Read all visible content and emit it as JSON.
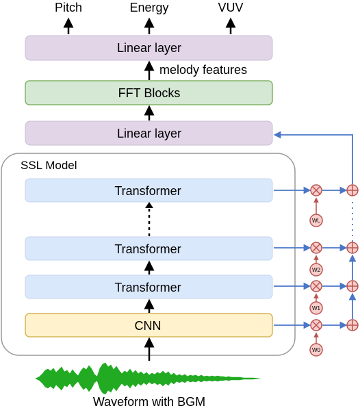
{
  "outputs": {
    "pitch": "Pitch",
    "energy": "Energy",
    "vuv": "VUV"
  },
  "top_linear": {
    "label": "Linear layer"
  },
  "melody_features": {
    "label": "melody features"
  },
  "fft_blocks": {
    "label": "FFT Blocks"
  },
  "mid_linear": {
    "label": "Linear layer"
  },
  "ssl_model": {
    "title": "SSL Model",
    "transformer_top": "Transformer",
    "transformer_2": "Transformer",
    "transformer_1": "Transformer",
    "cnn": "CNN"
  },
  "weights": {
    "wL": "WL",
    "w2": "W2",
    "w1": "W1",
    "w0": "W0"
  },
  "input": {
    "label": "Waveform with BGM"
  },
  "colors": {
    "linear_fill": "#e1d5e7",
    "linear_stroke": "#c9bed6",
    "fft_fill": "#d5e8d4",
    "fft_stroke": "#82b366",
    "transformer_fill": "#dae8fc",
    "transformer_stroke": "#c4d4ec",
    "cnn_fill": "#fff2cc",
    "cnn_stroke": "#d6b656",
    "ssl_stroke": "#999999",
    "flow_blue": "#4a76c8",
    "op_fill": "#f8cecc",
    "op_stroke": "#b85450",
    "wave": "#22aa22"
  }
}
